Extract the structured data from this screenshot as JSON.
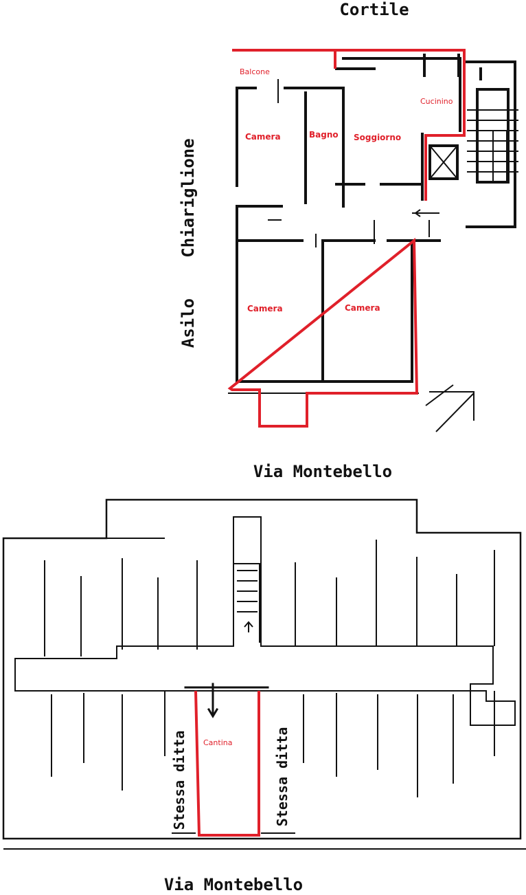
{
  "top_plan": {
    "street_top": "Cortile",
    "street_bottom": "Via Montebello",
    "street_left_1": "Chiariglione",
    "street_left_2": "Asilo",
    "rooms": [
      "Balcone",
      "Camera",
      "Bagno",
      "Soggiorno",
      "Cucinino",
      "Camera",
      "Camera"
    ]
  },
  "bottom_plan": {
    "street_bottom": "Via Montebello",
    "room": "Cantina",
    "neighbor_left": "Stessa ditta",
    "neighbor_right": "Stessa ditta"
  },
  "colors": {
    "highlight": "#e0202a",
    "lines": "#111111"
  }
}
